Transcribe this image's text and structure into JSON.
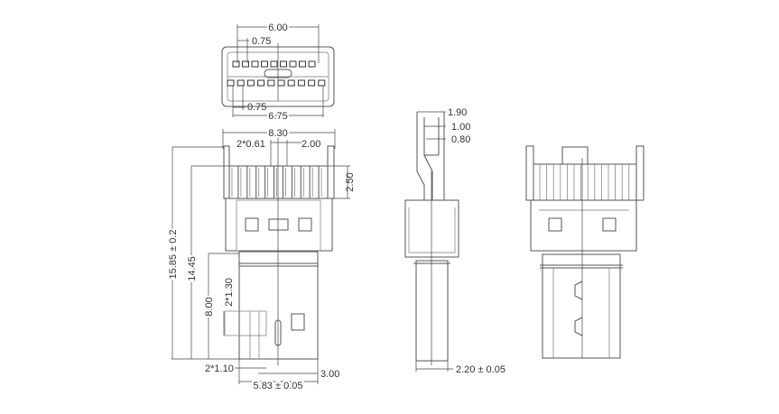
{
  "drawing": {
    "top_view": {
      "width_top": "6.00",
      "pitch_top": "0.75",
      "pitch_bottom": "0.75",
      "width_bottom": "6.75"
    },
    "front_view": {
      "overall_width": "8.30",
      "post_width": "2*0.61",
      "center_tab": "2.00",
      "fin_height": "2.50",
      "overall_length": "15.85 ± 0.2",
      "body_length": "14.45",
      "plug_length": "8.00",
      "window_height": "2*1.30",
      "window_width": "2*1.10",
      "window_offset": "3.00",
      "plug_width": "5.83 ± 0.05"
    },
    "side_view": {
      "top_width": "1.90",
      "slot_width": "1.00",
      "pin_width": "0.80",
      "plug_thickness": "2.20 ± 0.05"
    }
  }
}
